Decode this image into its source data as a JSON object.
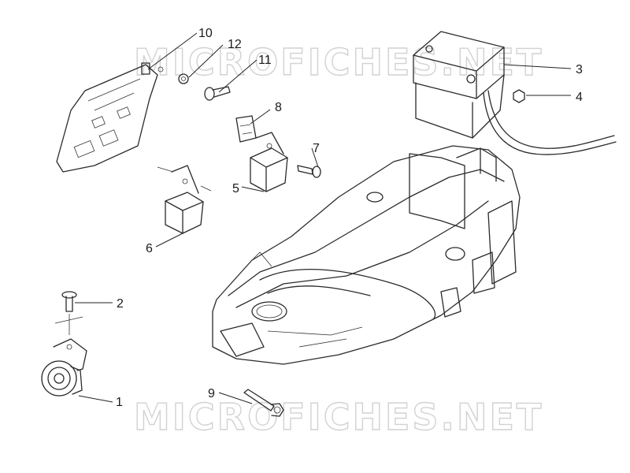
{
  "watermark": {
    "text": "MICROFICHES.NET"
  },
  "callouts": [
    {
      "number": "1"
    },
    {
      "number": "2"
    },
    {
      "number": "3"
    },
    {
      "number": "4"
    },
    {
      "number": "5"
    },
    {
      "number": "6"
    },
    {
      "number": "7"
    },
    {
      "number": "8"
    },
    {
      "number": "9"
    },
    {
      "number": "10"
    },
    {
      "number": "11"
    },
    {
      "number": "12"
    }
  ],
  "parts": [
    {
      "id": "horn",
      "icon": "horn-icon"
    },
    {
      "id": "screw-horn",
      "icon": "screw-icon"
    },
    {
      "id": "battery",
      "icon": "battery-icon"
    },
    {
      "id": "nut",
      "icon": "nut-icon"
    },
    {
      "id": "relay-right",
      "icon": "relay-icon"
    },
    {
      "id": "relay-left",
      "icon": "relay-icon"
    },
    {
      "id": "screw-relay",
      "icon": "screw-icon"
    },
    {
      "id": "clip",
      "icon": "clip-icon"
    },
    {
      "id": "bolt",
      "icon": "bolt-icon"
    },
    {
      "id": "bracket-plate",
      "icon": "bracket-icon"
    },
    {
      "id": "screw-bracket",
      "icon": "screw-icon"
    },
    {
      "id": "washer",
      "icon": "washer-icon"
    },
    {
      "id": "helmet-compartment",
      "icon": "compartment-icon"
    }
  ]
}
